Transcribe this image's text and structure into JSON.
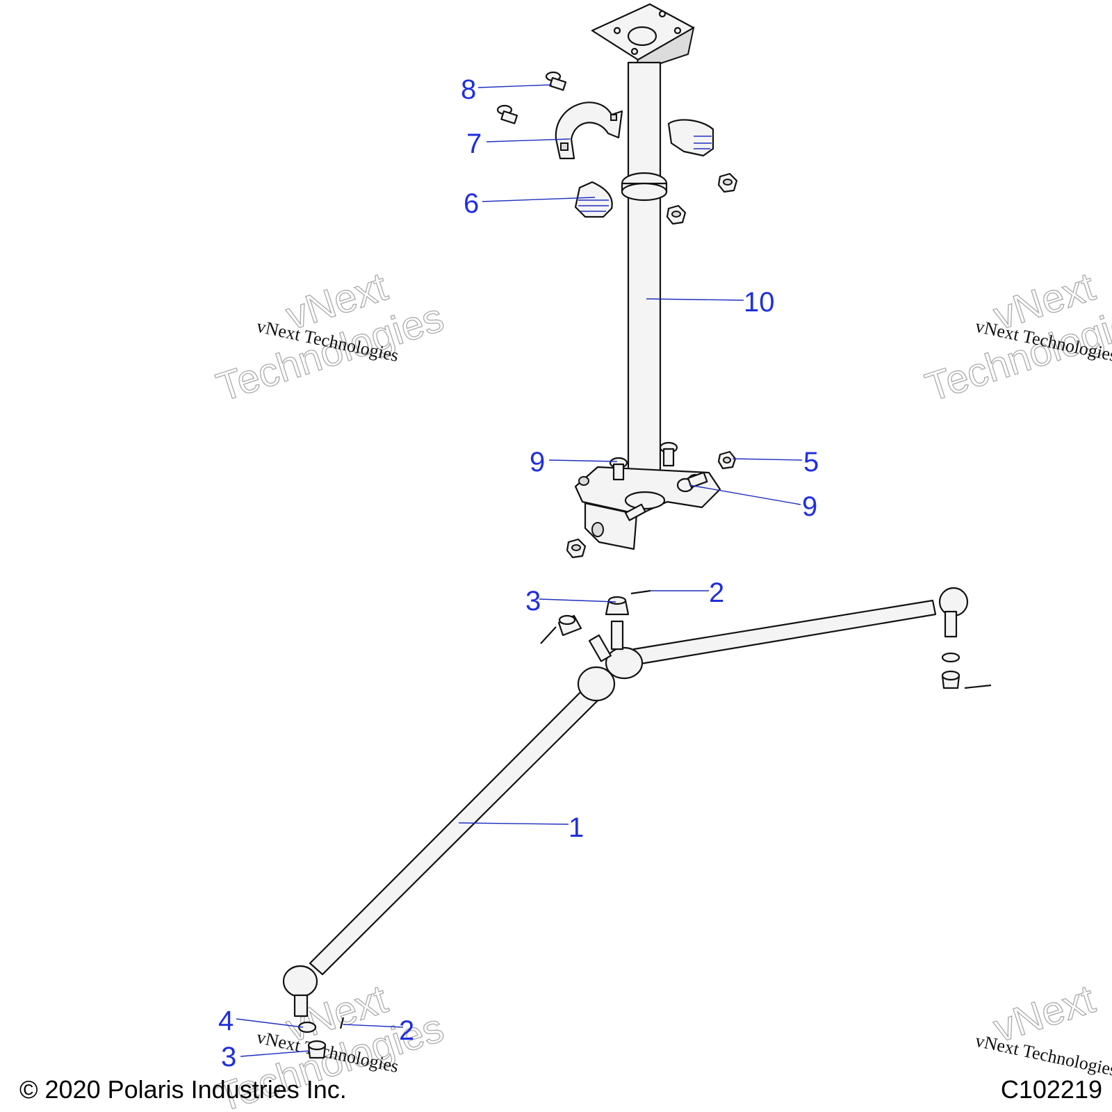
{
  "diagram": {
    "callouts": [
      {
        "id": "c8",
        "label": "8"
      },
      {
        "id": "c7",
        "label": "7"
      },
      {
        "id": "c6",
        "label": "6"
      },
      {
        "id": "c10",
        "label": "10"
      },
      {
        "id": "c9a",
        "label": "9"
      },
      {
        "id": "c5",
        "label": "5"
      },
      {
        "id": "c9b",
        "label": "9"
      },
      {
        "id": "c3a",
        "label": "3"
      },
      {
        "id": "c2a",
        "label": "2"
      },
      {
        "id": "c1",
        "label": "1"
      },
      {
        "id": "c4",
        "label": "4"
      },
      {
        "id": "c2b",
        "label": "2"
      },
      {
        "id": "c3b",
        "label": "3"
      }
    ],
    "watermark": {
      "small_text": "vNext Technologies",
      "outline_top": "vNext",
      "outline_bottom": "Technologies"
    },
    "footer": {
      "copyright": "© 2020 Polaris Industries Inc.",
      "figure_id": "C102219"
    },
    "colors": {
      "callout": "#1f2ee0",
      "leader": "#1f2fbf",
      "line_art": "#111111"
    }
  }
}
